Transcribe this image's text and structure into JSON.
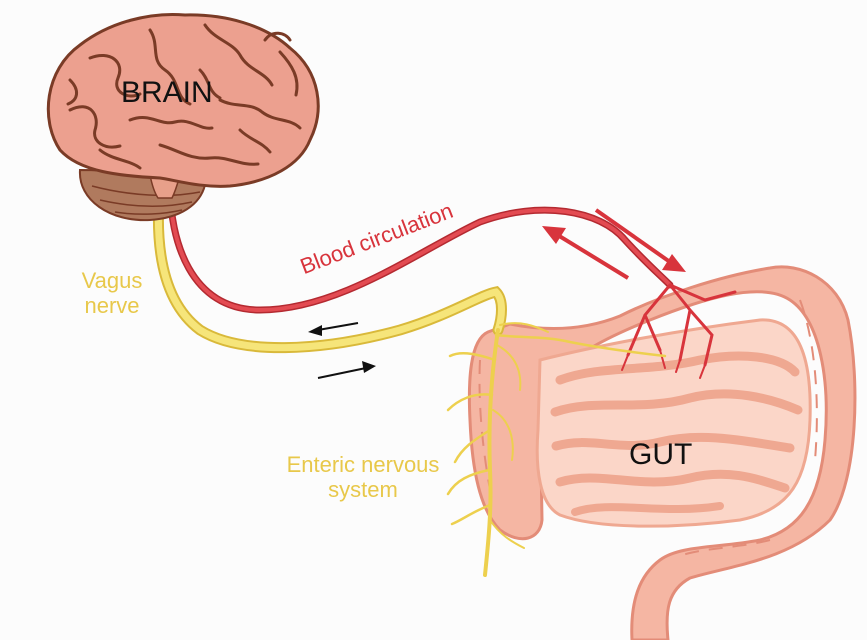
{
  "labels": {
    "brain": "BRAIN",
    "gut": "GUT",
    "vagus": "Vagus nerve",
    "blood": "Blood circulation",
    "enteric": "Enteric nervous system"
  },
  "colors": {
    "background": "#fcfcfc",
    "brain": "#eca08f",
    "brain_fold": "#7a3b26",
    "nerve": "#f3dc5c",
    "nerve_label": "#e8c84a",
    "blood": "#d8343c",
    "gut": "#f5b6a3",
    "gut_light": "#fbd6c8"
  },
  "icons": [
    "brain-illustration",
    "gut-illustration",
    "vagus-nerve",
    "blood-vessel",
    "signal-arrow"
  ]
}
